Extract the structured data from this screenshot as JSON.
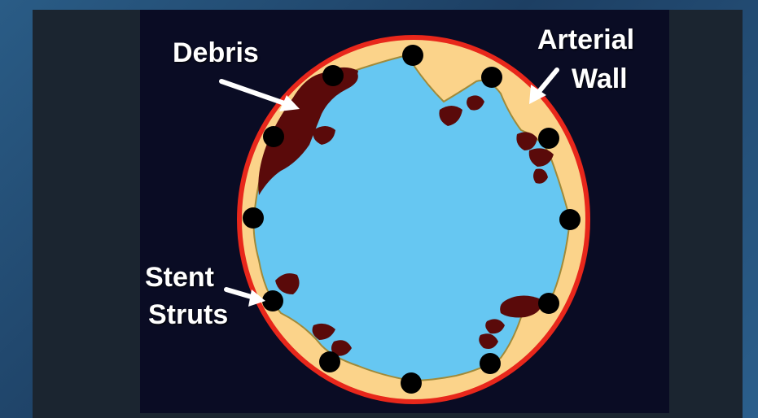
{
  "labels": {
    "debris": "Debris",
    "arterial_line1": "Arterial",
    "arterial_line2": "Wall",
    "stent_line1": "Stent",
    "stent_line2": "Struts"
  },
  "colors": {
    "background": "#0a0c24",
    "lumen": "#66c7f2",
    "wall": "#fbd38a",
    "outer_ring": "#e8271b",
    "debris": "#5a0a0a",
    "strut": "#000000"
  }
}
